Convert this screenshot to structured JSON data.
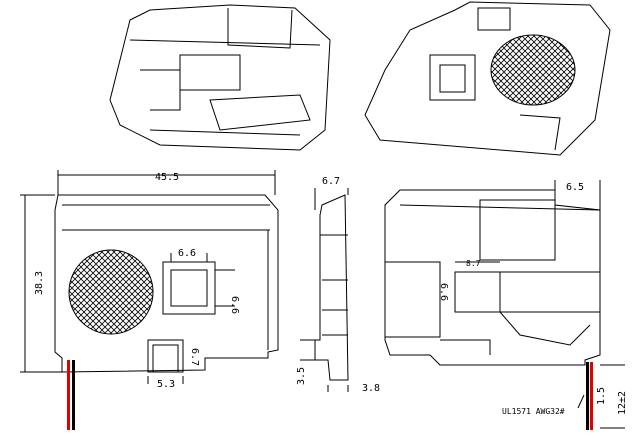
{
  "dimensions": {
    "front_width": "45.5",
    "front_height": "38.3",
    "window_width": "6.6",
    "window_height": "6.6",
    "slot_height": "6.7",
    "slot_width": "5.3",
    "side_depth": "6.7",
    "side_bottom": "3.5",
    "side_foot": "3.8",
    "back_top": "6.5",
    "back_window_height": "6.6",
    "back_window_width": "8.7",
    "wire_strip": "1.5",
    "wire_length": "12±2"
  },
  "wire_label": "UL1571 AWG32#",
  "colors": {
    "line": "#000000",
    "wire_red": "#e00000",
    "wire_black": "#000000"
  }
}
